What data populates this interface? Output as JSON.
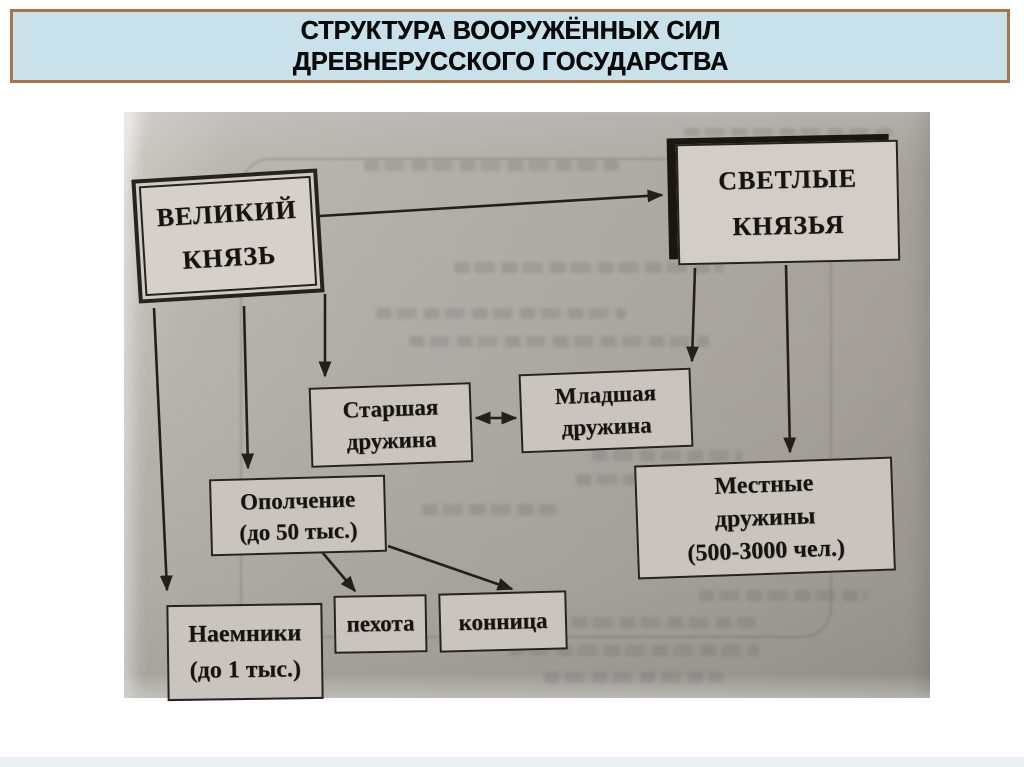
{
  "slide": {
    "title": {
      "line1": "СТРУКТУРА ВООРУЖЁННЫХ СИЛ",
      "line2": "ДРЕВНЕРУССКОГО ГОСУДАРСТВА"
    },
    "colors": {
      "title_background": "#c9e1ea",
      "title_border": "#a9744a",
      "paper": "#b1ada7",
      "ink": "#1d1b19"
    }
  },
  "diagram": {
    "nodes": {
      "velikiy_knyaz": {
        "lines": [
          "ВЕЛИКИЙ",
          "КНЯЗЬ"
        ]
      },
      "svetlye_knyazya": {
        "lines": [
          "СВЕТЛЫЕ",
          "КНЯЗЬЯ"
        ]
      },
      "starshaya_druzhina": {
        "lines": [
          "Старшая",
          "дружина"
        ]
      },
      "mladshaya_druzhina": {
        "lines": [
          "Младшая",
          "дружина"
        ]
      },
      "opolchenie": {
        "lines": [
          "Ополчение",
          "(до 50 тыс.)"
        ]
      },
      "mestnye_druzhiny": {
        "lines": [
          "Местные",
          "дружины",
          "(500-3000 чел.)"
        ]
      },
      "naemniki": {
        "lines": [
          "Наемники",
          "(до 1 тыс.)"
        ]
      },
      "pekhota": {
        "lines": [
          "пехота"
        ]
      },
      "konnitsa": {
        "lines": [
          "конница"
        ]
      }
    },
    "edges": [
      {
        "from": "velikiy_knyaz",
        "to": "svetlye_knyazya",
        "type": "arrow"
      },
      {
        "from": "velikiy_knyaz",
        "to": "naemniki",
        "type": "arrow"
      },
      {
        "from": "velikiy_knyaz",
        "to": "opolchenie",
        "type": "arrow"
      },
      {
        "from": "velikiy_knyaz",
        "to": "starshaya_druzhina",
        "type": "arrow"
      },
      {
        "from": "svetlye_knyazya",
        "to": "mladshaya_druzhina",
        "type": "arrow"
      },
      {
        "from": "svetlye_knyazya",
        "to": "mestnye_druzhiny",
        "type": "arrow"
      },
      {
        "from": "starshaya_druzhina",
        "to": "mladshaya_druzhina",
        "type": "double-arrow"
      },
      {
        "from": "opolchenie",
        "to": "pekhota",
        "type": "arrow"
      },
      {
        "from": "opolchenie",
        "to": "konnitsa",
        "type": "arrow"
      }
    ]
  }
}
